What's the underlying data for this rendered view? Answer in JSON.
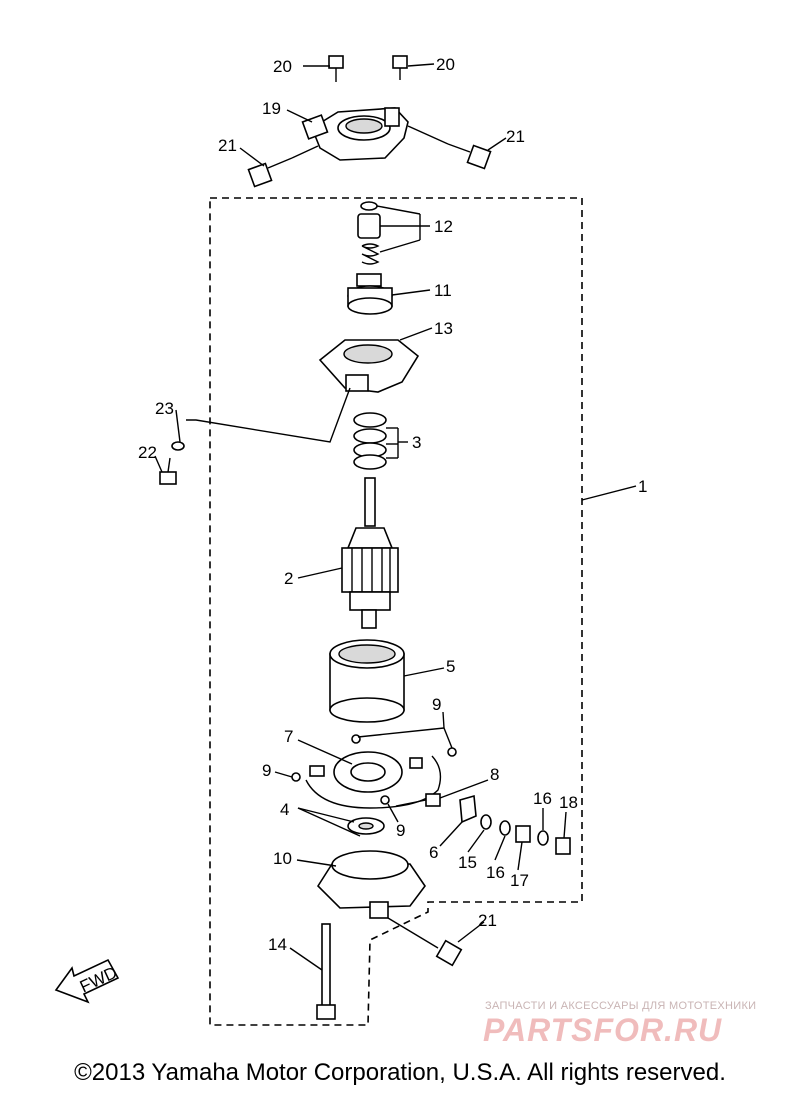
{
  "callouts": {
    "c20a": "20",
    "c20b": "20",
    "c19": "19",
    "c21a": "21",
    "c21b": "21",
    "c12": "12",
    "c11": "11",
    "c13": "13",
    "c23": "23",
    "c22": "22",
    "c3": "3",
    "c1": "1",
    "c2": "2",
    "c5": "5",
    "c9a": "9",
    "c7": "7",
    "c9b": "9",
    "c8": "8",
    "c4": "4",
    "c9c": "9",
    "c16a": "16",
    "c18": "18",
    "c6": "6",
    "c15": "15",
    "c16b": "16",
    "c17": "17",
    "c10": "10",
    "c21c": "21",
    "c14": "14"
  },
  "direction_label": "FWD",
  "copyright": "©2013 Yamaha Motor Corporation, U.S.A. All rights reserved.",
  "watermark": {
    "tagline": "ЗАПЧАСТИ И АКСЕССУАРЫ ДЛЯ МОТОТЕХНИКИ",
    "brand": "PARTSFOR.RU"
  }
}
